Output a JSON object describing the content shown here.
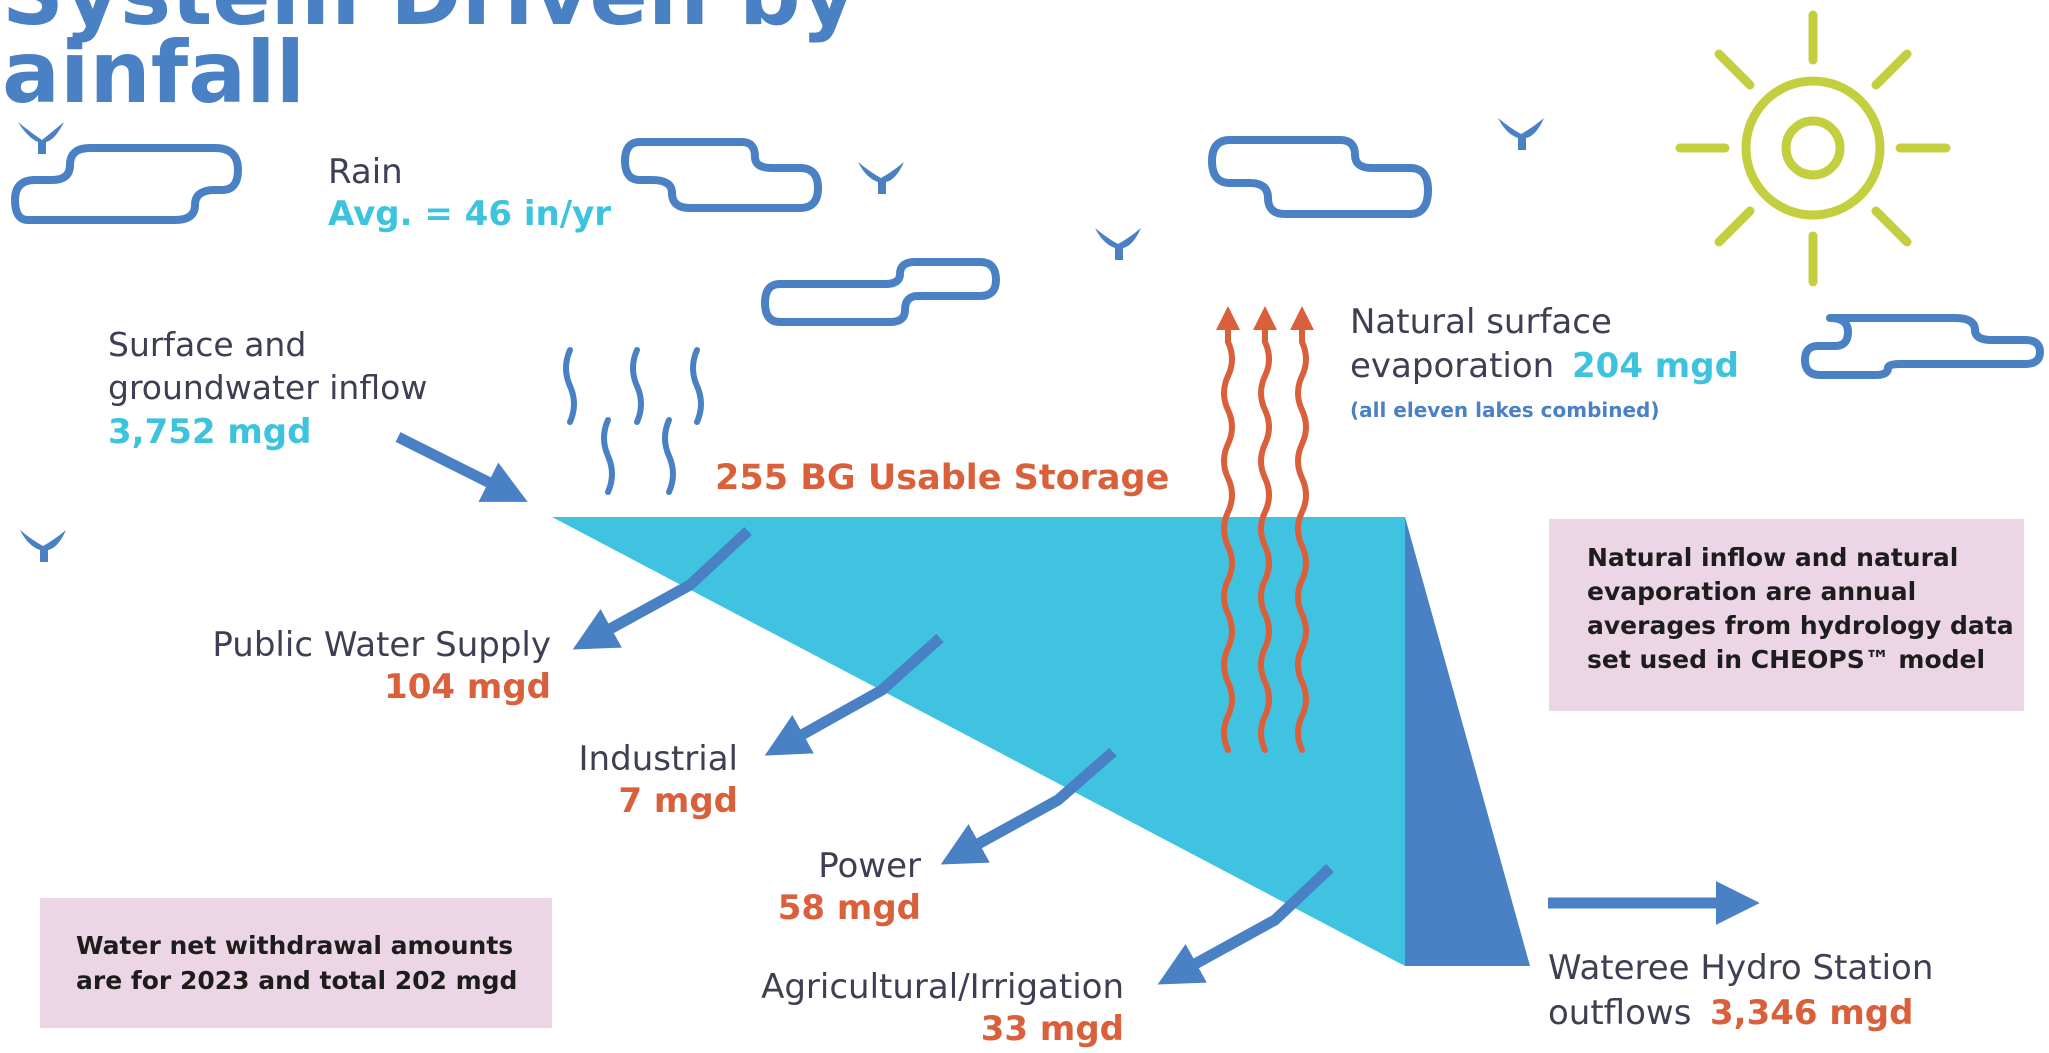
{
  "title": {
    "line1": "System Driven by",
    "line2": "ainfall"
  },
  "rain": {
    "label": "Rain",
    "value": "Avg. = 46 in/yr"
  },
  "inflow": {
    "line1": "Surface and",
    "line2": "groundwater inflow",
    "value": "3,752 mgd"
  },
  "evaporation": {
    "line1": "Natural surface",
    "line2": "evaporation",
    "value": "204 mgd",
    "note": "(all eleven lakes combined)"
  },
  "storage": {
    "label": "255 BG Usable Storage"
  },
  "withdrawals": [
    {
      "label": "Public Water Supply",
      "value": "104 mgd"
    },
    {
      "label": "Industrial",
      "value": "7 mgd"
    },
    {
      "label": "Power",
      "value": "58 mgd"
    },
    {
      "label": "Agricultural/Irrigation",
      "value": "33 mgd"
    }
  ],
  "outflow": {
    "line1": "Wateree Hydro Station",
    "line2": "outflows",
    "value": "3,346 mgd"
  },
  "notes": {
    "right": [
      "Natural inflow and natural",
      "evaporation are annual",
      "averages from hydrology data",
      "set used in CHEOPS™ model"
    ],
    "left": [
      "Water net withdrawal amounts",
      "are for 2023 and total 202 mgd"
    ]
  },
  "icons": [
    "sun-icon",
    "cloud-icon",
    "bird-icon",
    "rain-wave-icon",
    "evaporation-arrow-icon",
    "flow-arrow-icon"
  ],
  "colors": {
    "title_blue": "#4a80c4",
    "water_cyan": "#40c3e0",
    "dam_blue": "#4a80c4",
    "value_cyan": "#3ec3de",
    "value_orange": "#d9603b",
    "sun_green": "#c3cf3e",
    "note_pink": "#ecd6e5",
    "text_dark": "#3d3f52"
  }
}
